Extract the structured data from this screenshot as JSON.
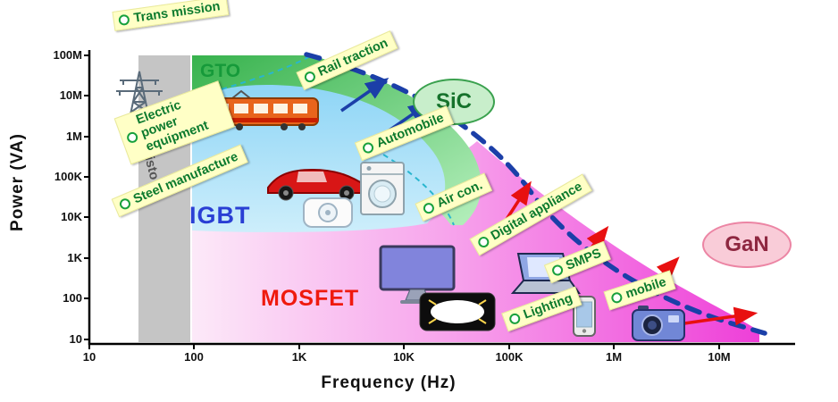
{
  "chart_data": {
    "type": "area",
    "xlabel": "Frequency (Hz)",
    "ylabel": "Power (VA)",
    "x_scale": "log",
    "y_scale": "log",
    "grid": false,
    "x_ticks": [
      "10",
      "100",
      "1K",
      "10K",
      "100K",
      "1M",
      "10M"
    ],
    "y_ticks": [
      "100M",
      "10M",
      "1M",
      "100K",
      "10K",
      "1K",
      "100",
      "10"
    ],
    "xlim": [
      "10",
      "30M"
    ],
    "ylim": [
      "10",
      "200M"
    ],
    "regions": [
      {
        "name": "thyristor",
        "label": "Thyristo",
        "color": "#c2c2c2",
        "freq_range": "30-100 Hz",
        "power_range": "10-100M VA"
      },
      {
        "name": "gto",
        "label": "GTO",
        "color": "#37b24d",
        "freq_range": "100 Hz-1K Hz",
        "power_range": "1M-100M VA"
      },
      {
        "name": "igbt",
        "label": "IGBT",
        "color": "#a5ddf5",
        "freq_range": "100 Hz-20K Hz",
        "power_range": "10K-20M VA"
      },
      {
        "name": "mosfet",
        "label": "MOSFET",
        "color": "#f06ae0",
        "freq_range": "1K-20M Hz",
        "power_range": "10-100K VA"
      },
      {
        "name": "sic",
        "label": "SiC",
        "color": "#c8eecb",
        "boundary_color": "#1b3fa8",
        "boundary_style": "dashed"
      },
      {
        "name": "gan",
        "label": "GaN",
        "color": "#f9ccd8"
      }
    ],
    "applications": [
      {
        "label": "Trans mission",
        "freq": "10-30",
        "power": "100M"
      },
      {
        "label": "Electric power equipment",
        "freq": "10-30",
        "power": "5M"
      },
      {
        "label": "Steel manufacture",
        "freq": "10-30",
        "power": "50K"
      },
      {
        "label": "Rail traction",
        "freq": "1K",
        "power": "20M"
      },
      {
        "label": "Automobile",
        "freq": "5K",
        "power": "500K"
      },
      {
        "label": "Air con.",
        "freq": "15K",
        "power": "20K"
      },
      {
        "label": "Digital appliance",
        "freq": "80K",
        "power": "3K"
      },
      {
        "label": "SMPS",
        "freq": "300K",
        "power": "700"
      },
      {
        "label": "mobile",
        "freq": "1.5M",
        "power": "250"
      },
      {
        "label": "Lighting",
        "freq": "150K",
        "power": "60"
      }
    ],
    "annotations": {
      "blue_arrows": "2 arrows pointing up-right toward SiC",
      "red_arrows": "4 arrows pointing up-right toward GaN",
      "icons": [
        "transmission-tower",
        "train",
        "car",
        "air-conditioner",
        "washing-machine",
        "monitor",
        "ceiling-light",
        "laptop",
        "smartphone",
        "camera"
      ]
    }
  }
}
